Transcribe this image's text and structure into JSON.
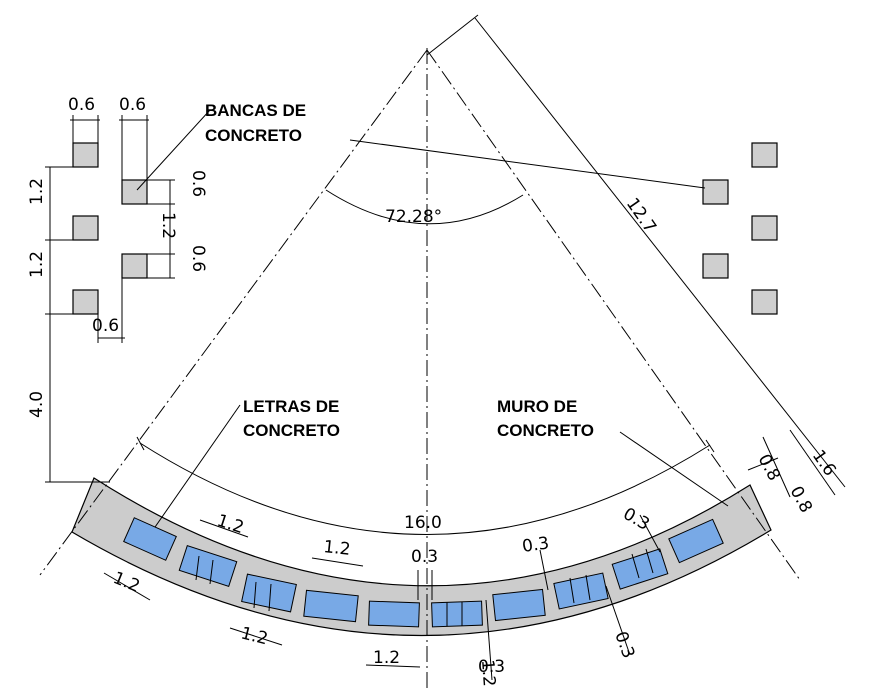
{
  "callouts": {
    "benches": [
      "BANCAS DE",
      "CONCRETO"
    ],
    "letters": [
      "LETRAS DE",
      "CONCRETO"
    ],
    "wall": [
      "MURO DE",
      "CONCRETO"
    ]
  },
  "dimensions": {
    "bench_w_a": "0.6",
    "bench_w_b": "0.6",
    "bench_gap_1": "1.2",
    "bench_gap_2": "1.2",
    "bench_h_1": "0.6",
    "bench_sep": "1.2",
    "bench_h_2": "0.6",
    "bench_w_c": "0.6",
    "offset": "4.0",
    "angle": "72.28°",
    "radius": "12.7",
    "wall_total": "1.6",
    "wall_part_1": "0.8",
    "wall_part_2": "0.8",
    "arc_length": "16.0",
    "letter_gap_top": "0.3",
    "letter_w_1": "1.2",
    "letter_w_2": "1.2",
    "letter_w_3": "1.2",
    "letter_w_4": "1.2",
    "letter_w_5": "1.2",
    "letter_w_6": "1.2",
    "letter_gap_1": "0.3",
    "letter_gap_2": "0.3",
    "letter_gap_3": "0.3",
    "letter_gap_4": "0.3"
  },
  "colors": {
    "wall": "#cccccc",
    "letters": "#78a9e6",
    "benches": "#cfcfcf"
  }
}
